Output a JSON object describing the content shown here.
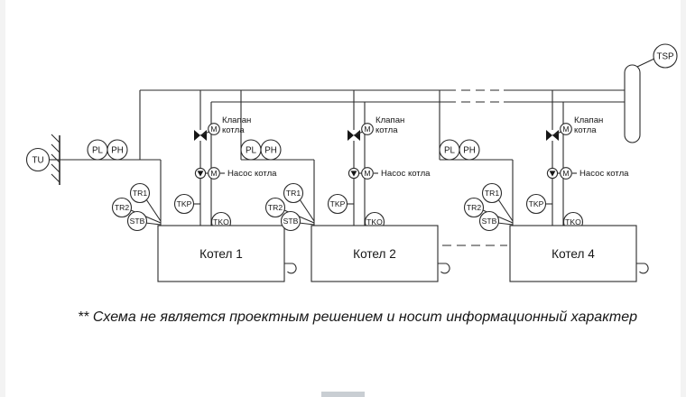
{
  "note": "** Схема не является проектным решением и носит информационный характер",
  "instruments": {
    "tu": "TU",
    "tsp": "TSP",
    "pl": "PL",
    "ph": "PH",
    "tr1": "TR1",
    "tr2": "TR2",
    "stb": "STB",
    "tkp": "TKP",
    "tko": "TKO",
    "m": "M"
  },
  "labels": {
    "valve_line1": "Клапан",
    "valve_line2": "котла",
    "pump": "Насос котла"
  },
  "boilers": [
    {
      "label": "Котел 1"
    },
    {
      "label": "Котел 2"
    },
    {
      "label": "Котел 4"
    }
  ],
  "colors": {
    "line": "#2a2a2a",
    "background": "#ffffff"
  }
}
